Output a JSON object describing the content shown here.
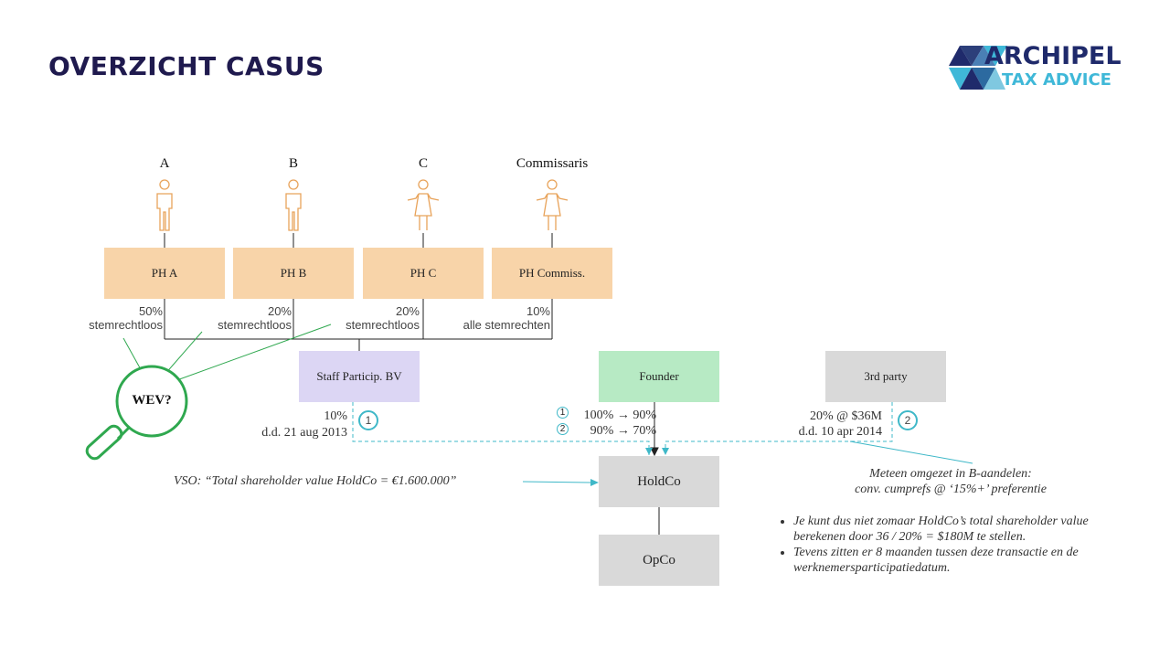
{
  "title": "OVERZICHT CASUS",
  "logo": {
    "main": "ARCHIPEL",
    "sub": "TAX ADVICE"
  },
  "persons": [
    "A",
    "B",
    "C",
    "Commissaris"
  ],
  "ph_boxes": [
    "PH A",
    "PH B",
    "PH C",
    "PH Commiss."
  ],
  "ph_shares": [
    {
      "pct": "50%",
      "desc": "stemrechtloos"
    },
    {
      "pct": "20%",
      "desc": "stemrechtloos"
    },
    {
      "pct": "20%",
      "desc": "stemrechtloos"
    },
    {
      "pct": "10%",
      "desc": "alle stemrechten"
    }
  ],
  "wev": "WEV?",
  "entities": {
    "staff": "Staff Particip. BV",
    "founder": "Founder",
    "third": "3rd party",
    "holdco": "HoldCo",
    "opco": "OpCo"
  },
  "staff_share": {
    "pct": "10%",
    "date": "d.d. 21 aug 2013",
    "badge": "1"
  },
  "founder_share": {
    "line1": "100% → 90%",
    "line2": "90% → 70%",
    "badge1": "1",
    "badge2": "2"
  },
  "third_share": {
    "pct": "20% @ $36M",
    "date": "d.d. 10 apr 2014",
    "badge": "2"
  },
  "vso": "VSO: “Total shareholder value HoldCo = €1.600.000”",
  "converted": {
    "line1": "Meteen omgezet in B-aandelen:",
    "line2": "conv. cumprefs @ ‘15%+’ preferentie"
  },
  "notes": [
    "Je kunt dus niet zomaar HoldCo’s total shareholder value berekenen door 36 / 20% = $180M te stellen.",
    "Tevens zitten er 8 maanden tussen deze transactie en de werknemersparticipatiedatum."
  ],
  "colors": {
    "ph": "#f8d4a9",
    "staff": "#dcd6f4",
    "founder": "#b7eac4",
    "grey": "#d9d9d9",
    "accent": "#3fb8c8",
    "wev": "#2fa84f",
    "title": "#1f1a4e"
  }
}
